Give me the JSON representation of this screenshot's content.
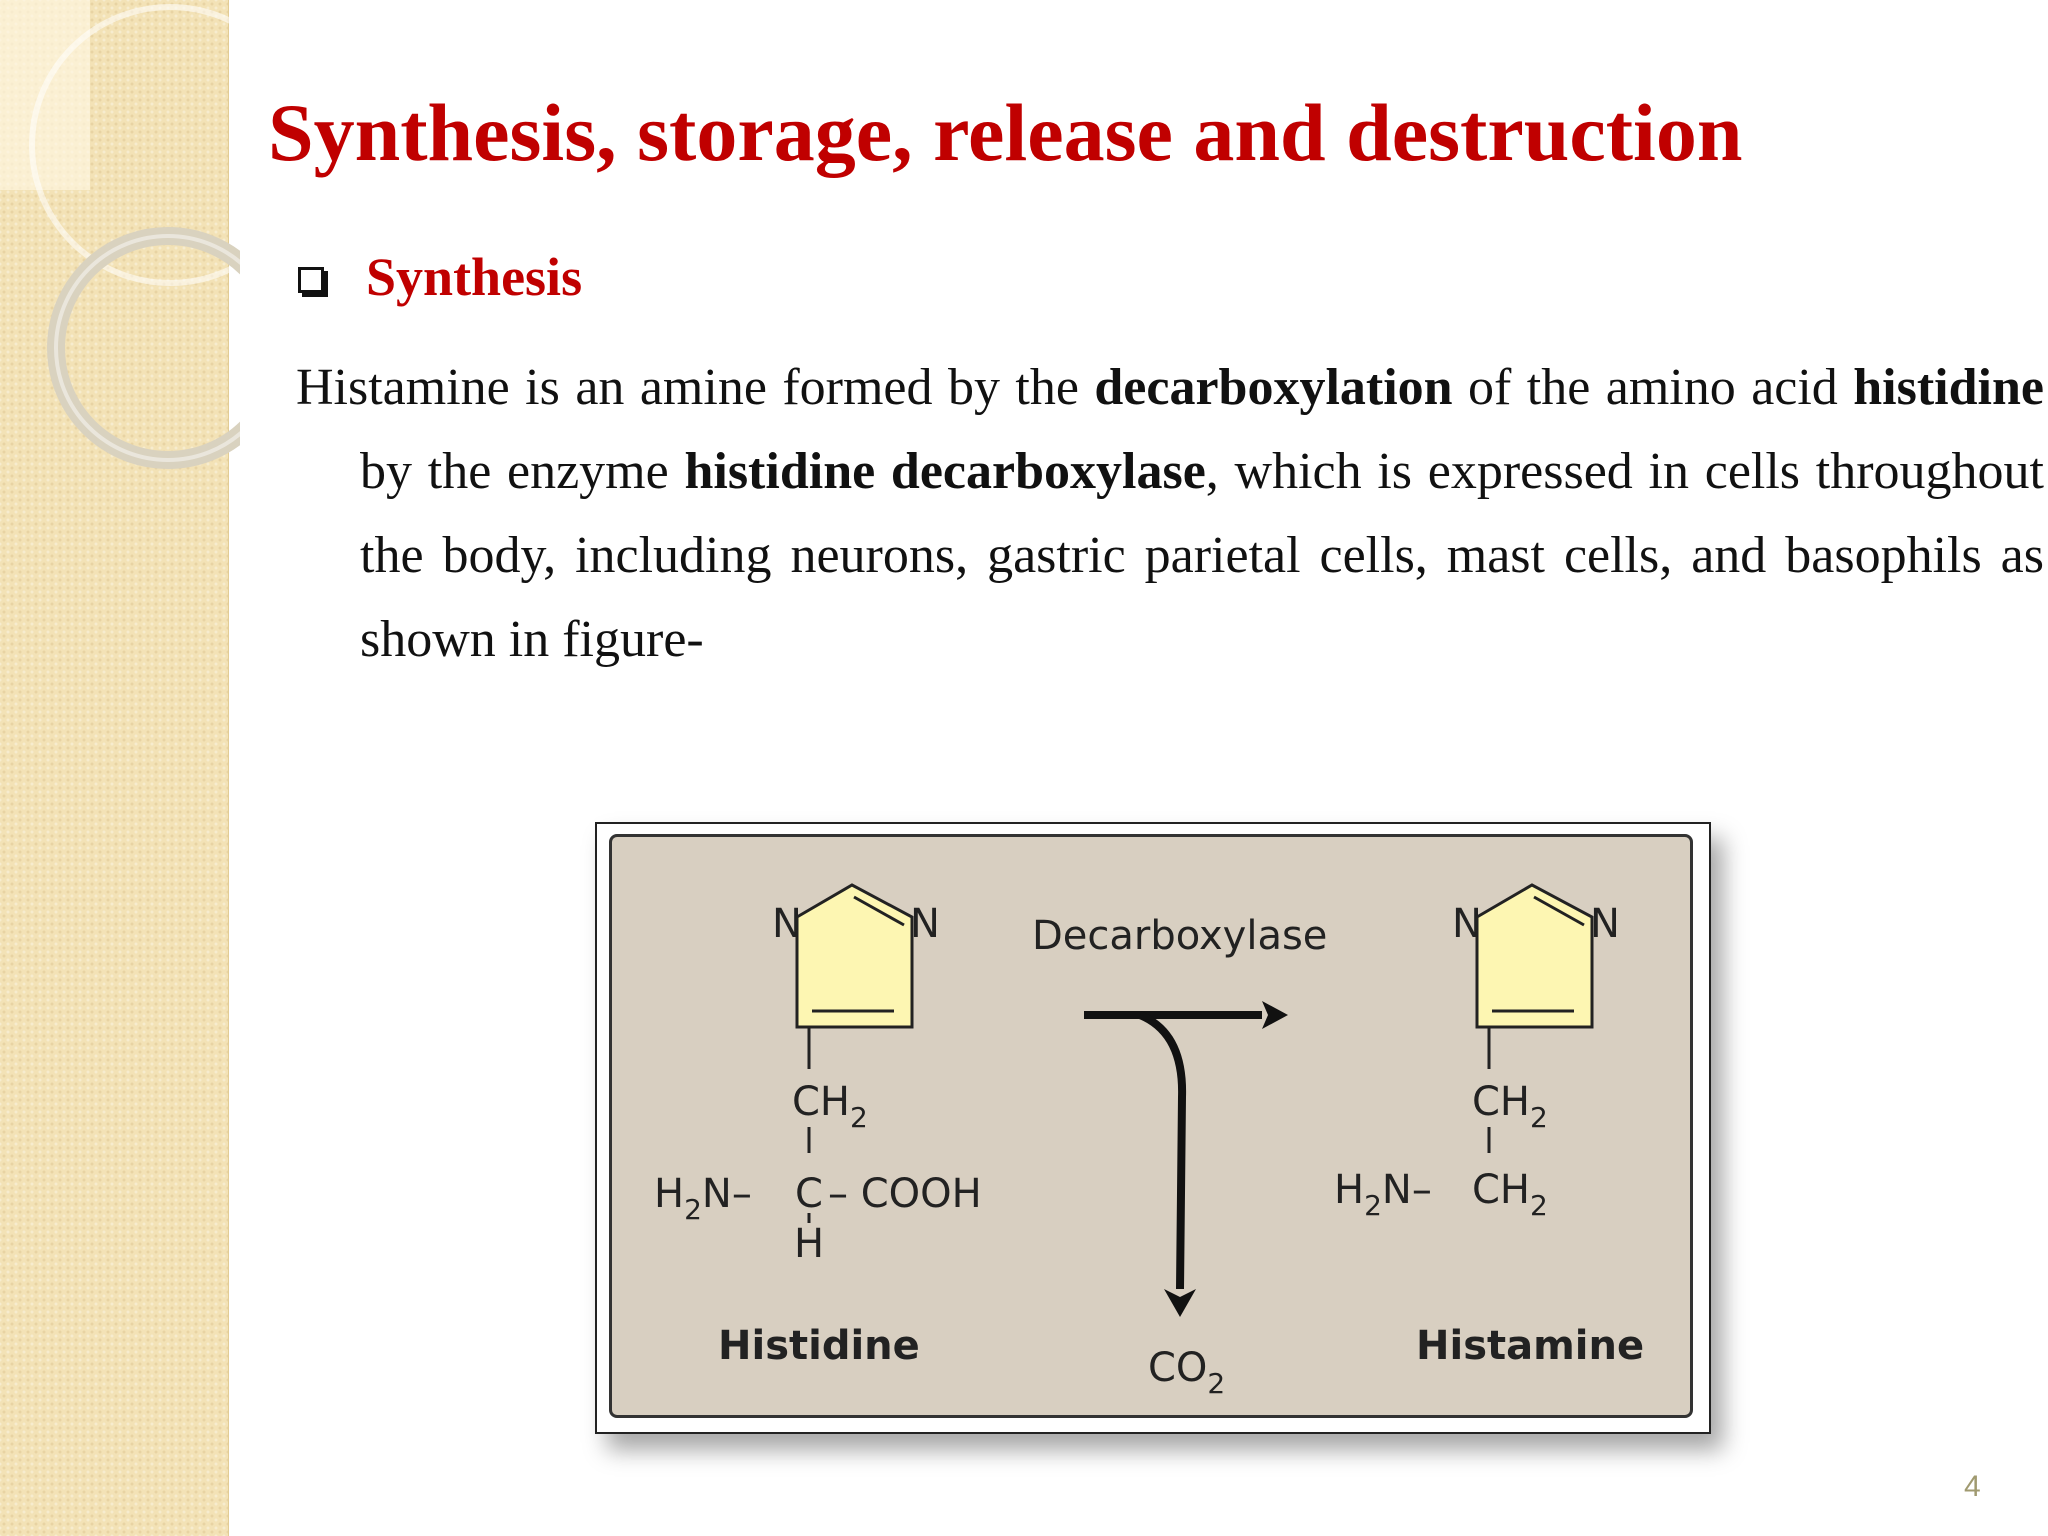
{
  "slide": {
    "title": "Synthesis, storage, release and destruction",
    "bullet_heading": "Synthesis",
    "paragraph": {
      "t1": "Histamine is an amine formed by the ",
      "b1": "decarboxylation",
      "t2": " of the amino acid ",
      "b2": "histidine",
      "t3": " by the enzyme ",
      "b3": "histidine decarboxylase",
      "t4": ", which is expressed in cells throughout the body, including neurons, gastric parietal cells, mast cells, and basophils as shown in figure-"
    },
    "page_number": "4"
  },
  "figure": {
    "ring_atom_n": "N",
    "enzyme_label": "Decarboxylase",
    "left": {
      "ch2_main": "CH",
      "ch2_sub": "2",
      "h2n_main": "H",
      "h2n_sub": "2",
      "h2n_rest": "N–",
      "carbon": "C",
      "cooh": "– COOH",
      "hydrogen": "H",
      "name": "Histidine"
    },
    "byproduct_main": "CO",
    "byproduct_sub": "2",
    "right": {
      "ch2_main": "CH",
      "ch2_sub": "2",
      "h2n_main": "H",
      "h2n_sub": "2",
      "h2n_rest": "N–",
      "ch2b_main": "CH",
      "ch2b_sub": "2",
      "name": "Histamine"
    },
    "colors": {
      "ring_fill": "#fdf6b2",
      "panel_bg": "#d8cfc1",
      "title_red": "#c00000"
    }
  }
}
